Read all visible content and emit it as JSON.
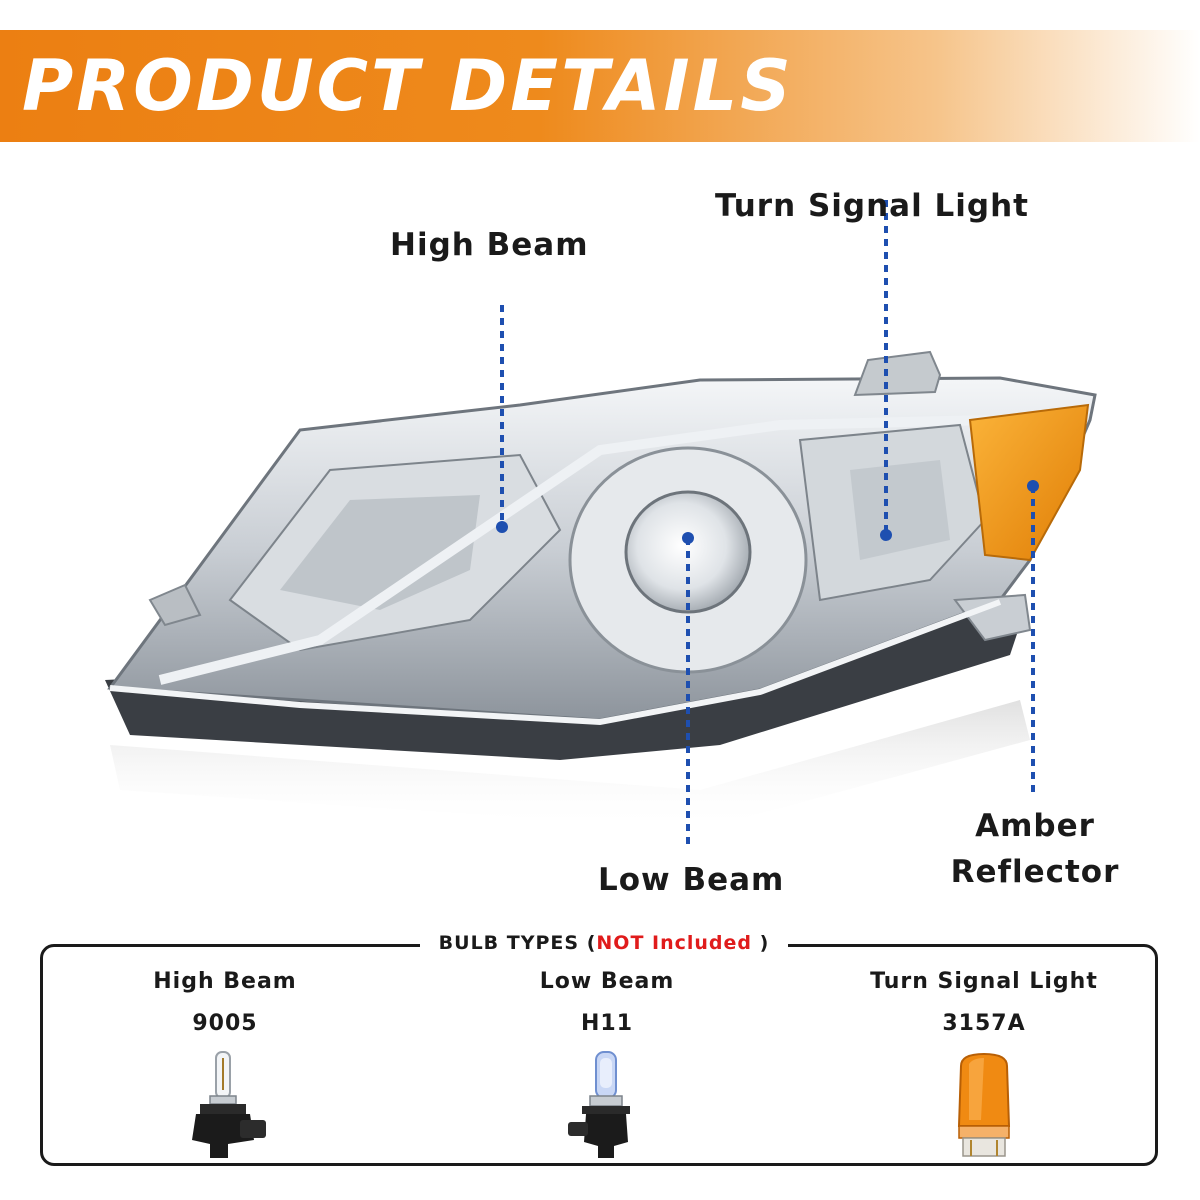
{
  "banner": {
    "title": "PRODUCT DETAILS"
  },
  "callouts": {
    "high_beam": "High Beam",
    "turn_signal": "Turn Signal Light",
    "low_beam": "Low Beam",
    "amber_line1": "Amber",
    "amber_line2": "Reflector"
  },
  "bulb_types": {
    "heading_prefix": "BULB TYPES (",
    "heading_highlight": "NOT Included",
    "heading_suffix": " )",
    "items": [
      {
        "name": "High Beam",
        "code": "9005"
      },
      {
        "name": "Low Beam",
        "code": "H11"
      },
      {
        "name": "Turn Signal Light",
        "code": "3157A"
      }
    ]
  },
  "colors": {
    "banner_orange": "#ec7f12",
    "leader_blue": "#1e4fb0",
    "amber": "#f59a10",
    "not_included_red": "#e01b1b"
  },
  "icons": [
    "headlight-assembly",
    "halogen-bulb-9005",
    "halogen-bulb-h11",
    "wedge-bulb-3157a"
  ]
}
